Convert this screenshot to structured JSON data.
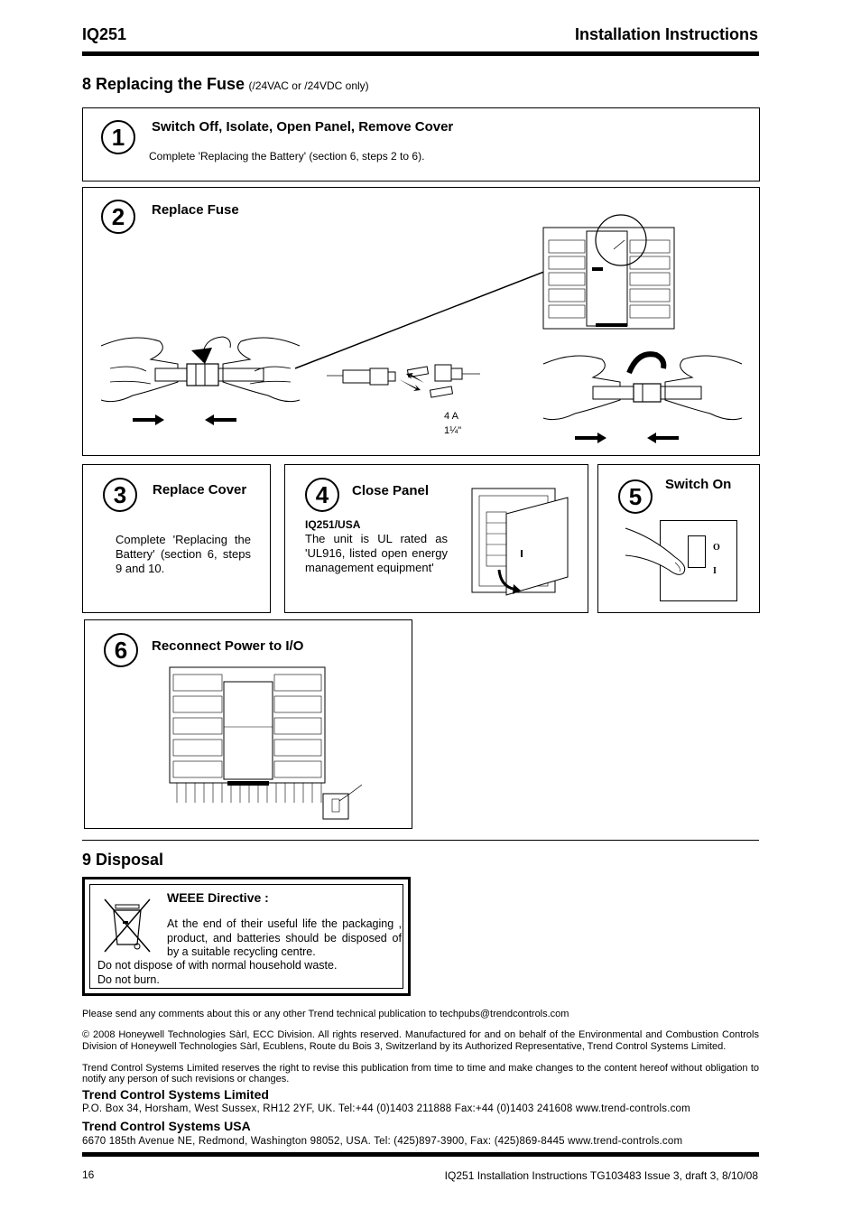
{
  "header": {
    "left": "IQ251",
    "right": "Installation Instructions"
  },
  "section8": {
    "title": "8 Replacing the Fuse",
    "note": "(/24VAC or /24VDC only)"
  },
  "steps": [
    {
      "num": "1",
      "title": "Switch Off, Isolate, Open Panel, Remove Cover",
      "text": "Complete 'Replacing the Battery' (section 6, steps 2 to 6)."
    },
    {
      "num": "2",
      "title": "Replace Fuse",
      "fuse_rating": "4 A",
      "fuse_size": "1¼\""
    },
    {
      "num": "3",
      "title": "Replace Cover",
      "text": "Complete 'Replacing the Battery' (section 6, steps 9 and 10."
    },
    {
      "num": "4",
      "title": "Close Panel",
      "subtitle": "IQ251/USA",
      "text": "The unit is UL rated as 'UL916, listed open energy management equipment'"
    },
    {
      "num": "5",
      "title": "Switch On",
      "switch_off": "O",
      "switch_on": "I"
    },
    {
      "num": "6",
      "title": "Reconnect Power to I/O"
    }
  ],
  "section9": {
    "title": "9 Disposal",
    "weee_title": "WEEE Directive :",
    "weee_text": "At the end of their useful life the packaging , product, and batteries  should be disposed of by a suitable recycling centre.",
    "weee_line1": "Do not dispose of with normal household waste.",
    "weee_line2": "Do not burn."
  },
  "footer": {
    "comments": "Please send any comments about this or any other Trend technical publication to techpubs@trendcontrols.com",
    "copyright": "© 2008 Honeywell Technologies Sàrl, ECC Division. All rights reserved. Manufactured for and on behalf of the Environmental and Combustion Controls Division of Honeywell Technologies Sàrl, Ecublens, Route du Bois 3, Switzerland by its Authorized Representative, Trend Control Systems Limited.",
    "revise": "Trend Control Systems Limited reserves the right to revise this publication from time to time and make changes to the content hereof without obligation to notify any person of such revisions or changes.",
    "company1": "Trend Control Systems Limited",
    "address1": "P.O. Box 34, Horsham, West Sussex, RH12 2YF, UK. Tel:+44 (0)1403 211888 Fax:+44 (0)1403 241608 www.trend-controls.com",
    "company2": "Trend Control Systems USA",
    "address2": "6670 185th Avenue NE, Redmond, Washington 98052, USA. Tel: (425)897-3900, Fax: (425)869-8445 www.trend-controls.com",
    "page_number": "16",
    "doc_ref": "IQ251 Installation Instructions TG103483 Issue 3, draft 3, 8/10/08"
  }
}
